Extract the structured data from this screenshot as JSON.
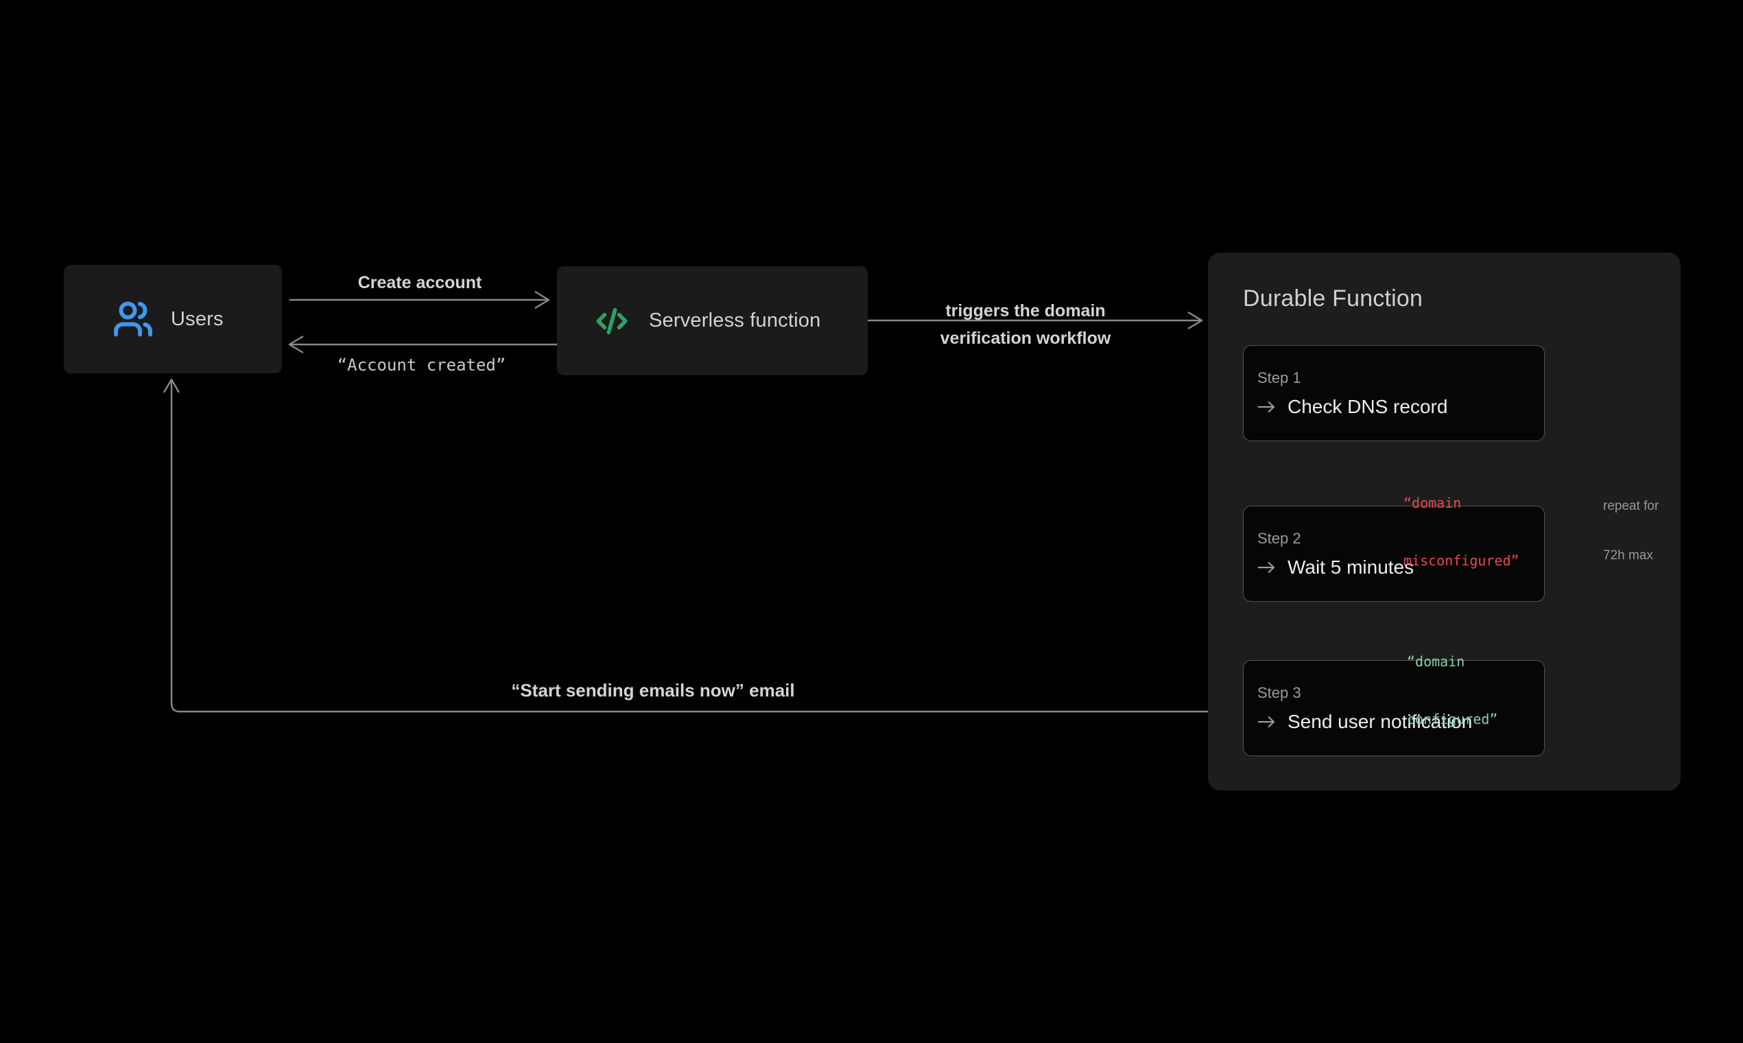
{
  "nodes": {
    "users": {
      "label": "Users"
    },
    "serverless": {
      "label": "Serverless function"
    }
  },
  "edges": {
    "create_account": {
      "label": "Create account"
    },
    "account_created": {
      "label": "“Account created”"
    },
    "triggers": {
      "line1": "triggers the domain",
      "line2": "verification workflow"
    },
    "start_sending": {
      "label": "“Start sending emails now” email"
    }
  },
  "durable": {
    "title": "Durable Function",
    "steps": [
      {
        "step": "Step 1",
        "action": "Check DNS record"
      },
      {
        "step": "Step 2",
        "action": "Wait 5 minutes"
      },
      {
        "step": "Step 3",
        "action": "Send user notification"
      }
    ],
    "transitions": {
      "misconfigured": {
        "line1": "“domain",
        "line2": "misconfigured”"
      },
      "configured": {
        "line1": "“domain",
        "line2": "configured”"
      }
    },
    "repeat_note": {
      "line1": "repeat for",
      "line2": "72h max"
    }
  },
  "colors": {
    "background": "#000000",
    "node_bg": "#1b1b1b",
    "panel_bg": "#1d1d1d",
    "step_bg": "#060606",
    "step_border": "#525252",
    "wire": "#8a8a8a",
    "users_icon_blue": "#4098ee",
    "code_icon_green": "#2da164",
    "error_red": "#e5484d",
    "success_green": "#84d3a8"
  }
}
